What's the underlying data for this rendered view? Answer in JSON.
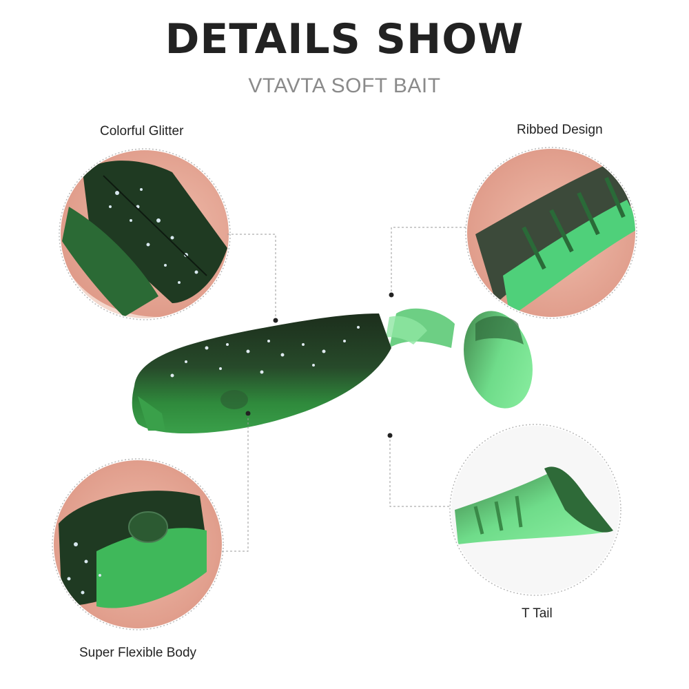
{
  "header": {
    "title": "DETAILS SHOW",
    "subtitle": "VTAVTA SOFT BAIT"
  },
  "features": [
    {
      "label": "Colorful Glitter"
    },
    {
      "label": "Ribbed Design"
    },
    {
      "label": "Super Flexible Body"
    },
    {
      "label": "T Tail"
    }
  ],
  "colors": {
    "dark_green": "#1f3a22",
    "mid_green": "#2f7a3a",
    "light_green": "#5fd07a",
    "skin": "#e2a695"
  }
}
